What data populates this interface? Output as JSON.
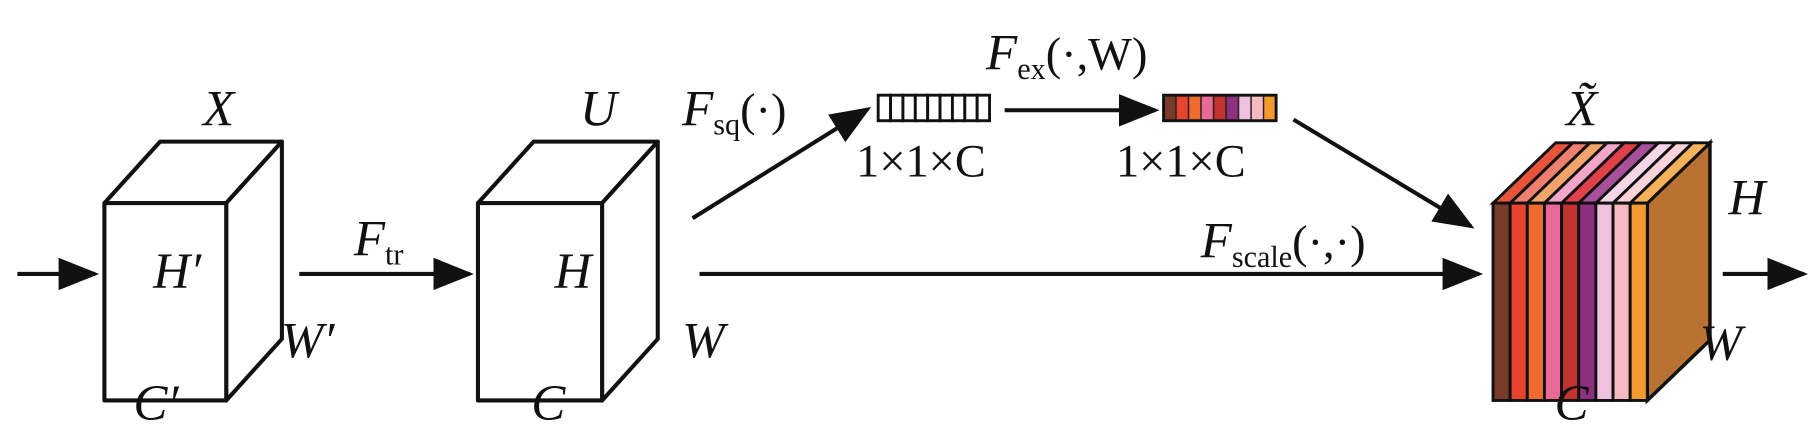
{
  "input_cube": {
    "top_label": "X",
    "height_label": "H′",
    "width_label": "W′",
    "channel_label": "C′"
  },
  "transform": {
    "symbol": "F",
    "subscript": "tr"
  },
  "feature_cube": {
    "top_label": "U",
    "height_label": "H",
    "width_label": "W",
    "channel_label": "C"
  },
  "squeeze": {
    "symbol": "F",
    "subscript": "sq",
    "args": "(·)",
    "vector_label": "1×1×C",
    "cells": 9
  },
  "excitation": {
    "symbol": "F",
    "subscript": "ex",
    "args": "(·,W)",
    "vector_label": "1×1×C"
  },
  "scale": {
    "symbol": "F",
    "subscript": "scale",
    "args": "(·,·)"
  },
  "output_cube": {
    "top_label": "X̃",
    "height_label": "H",
    "width_label": "W",
    "channel_label": "C"
  },
  "channel_colors": [
    "#7a3a2a",
    "#e8432f",
    "#ee6a2e",
    "#e96a96",
    "#c0332e",
    "#8e2f7f",
    "#f0c1df",
    "#f7b9c0",
    "#f39a2e"
  ],
  "top_colors": [
    "#e8543a",
    "#ef7f6e",
    "#f2a46a",
    "#f4a6c8",
    "#e0404a",
    "#a9509a",
    "#f8d6ea",
    "#fbd3d8",
    "#f6b15a"
  ],
  "side_color": "#b87333"
}
